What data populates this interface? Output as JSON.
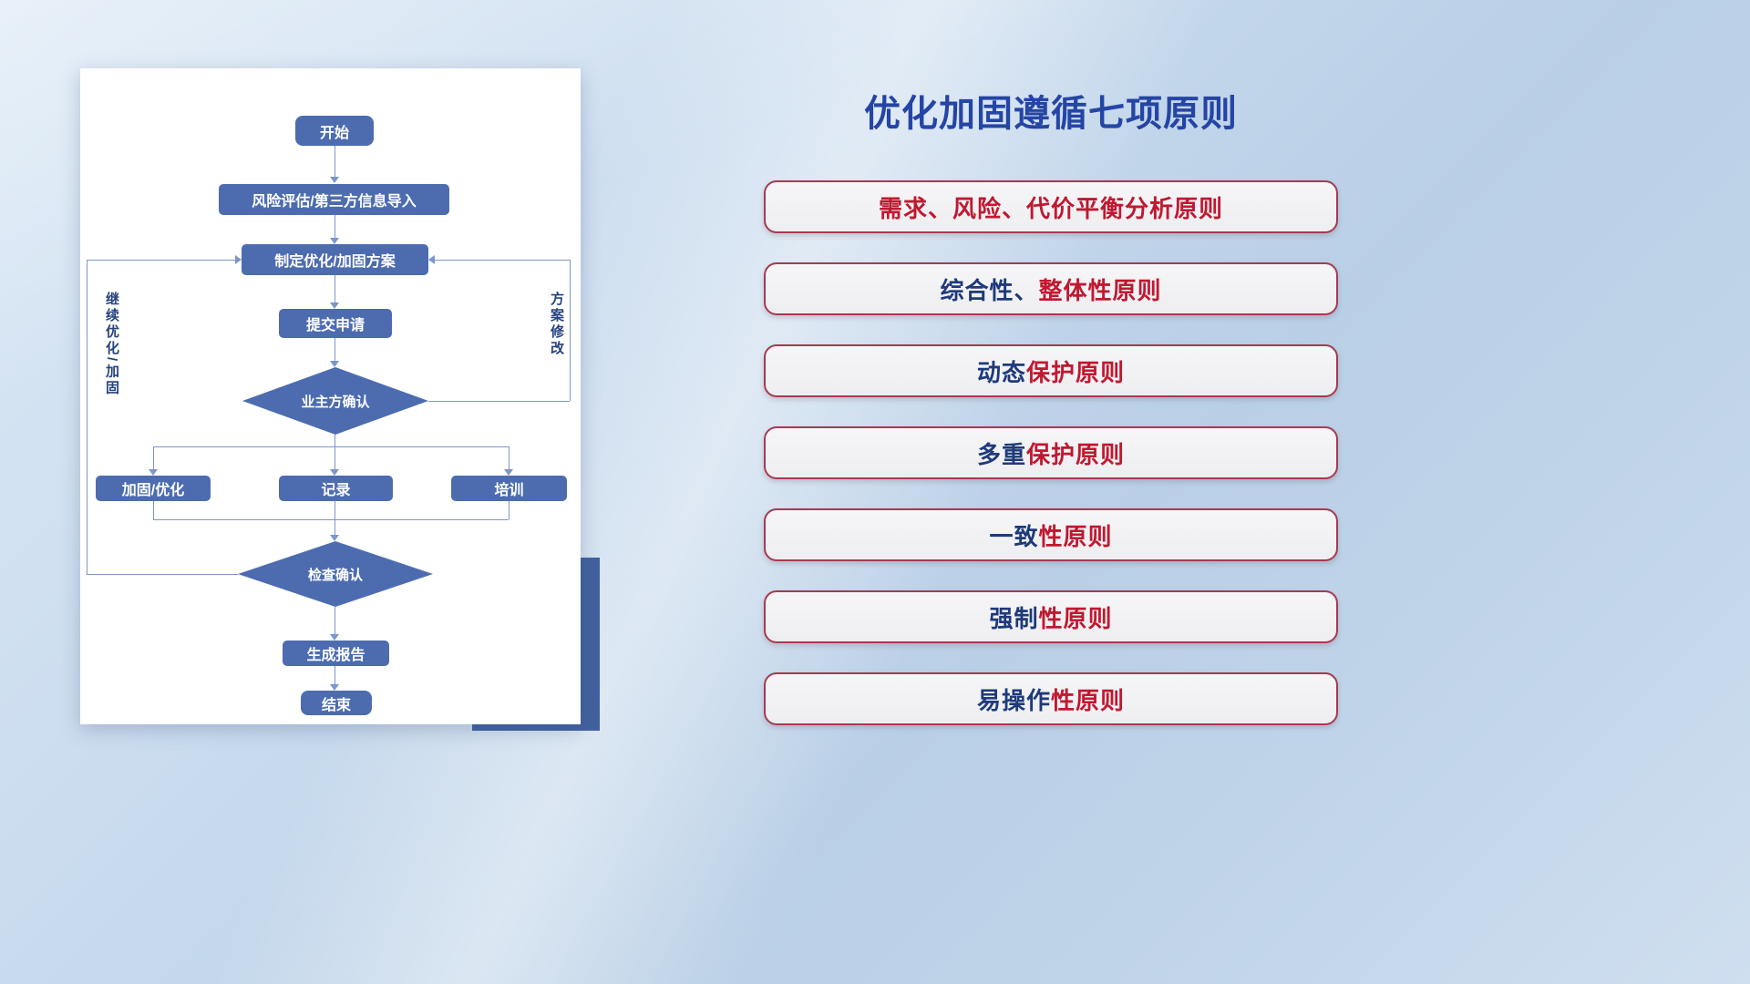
{
  "title": "优化加固遵循七项原则",
  "flowchart": {
    "nodes": {
      "start": "开始",
      "risk_import": "风险评估/第三方信息导入",
      "make_plan": "制定优化/加固方案",
      "submit": "提交申请",
      "owner_confirm": "业主方确认",
      "harden": "加固/优化",
      "record": "记录",
      "training": "培训",
      "check_confirm": "检查确认",
      "report": "生成报告",
      "end": "结束"
    },
    "loops": {
      "left": "继续优化/加固",
      "right": "方案修改"
    }
  },
  "principles": [
    {
      "navy": "",
      "red": "需求、风险、代价平衡分析原则"
    },
    {
      "navy": "综合性、",
      "red": "整体性原则"
    },
    {
      "navy": "动态",
      "red": "保护原则"
    },
    {
      "navy": "多重",
      "red": "保护原则"
    },
    {
      "navy": "一致",
      "red": "性原则"
    },
    {
      "navy": "强制",
      "red": "性原则"
    },
    {
      "navy": "易操作",
      "red": "性原则"
    }
  ],
  "colors": {
    "accent_blue": "#2545a5",
    "node_fill": "#4d6cb0",
    "connector_line": "#7b96cc",
    "pill_border": "#a63a50",
    "red_text": "#c01830",
    "navy_text": "#1e3a7a",
    "accent_block": "#41619f"
  }
}
